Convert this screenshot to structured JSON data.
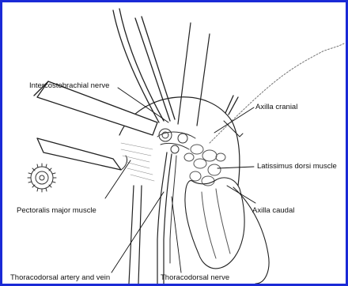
{
  "figure": {
    "border_color": "#1a2ad6",
    "labels": {
      "intercostobrachial_nerve": "Intercostobrachial nerve",
      "axilla_cranial": "Axilla cranial",
      "latissimus_dorsi_muscle": "Latissimus dorsi muscle",
      "pectoralis_major_muscle": "Pectoralis major muscle",
      "axilla_caudal": "Axilla caudal",
      "thoracodorsal_artery_and_vein": "Thoracodorsal artery and vein",
      "thoracodorsal_nerve": "Thoracodorsal nerve"
    }
  }
}
